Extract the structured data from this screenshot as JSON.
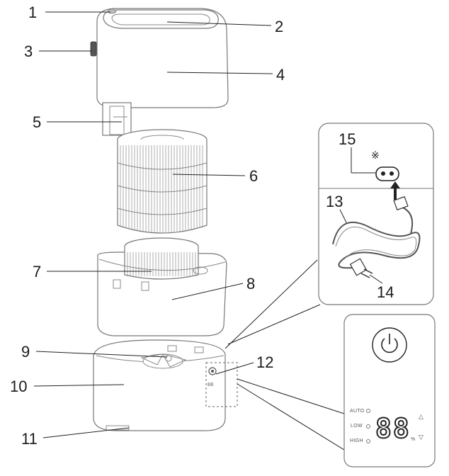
{
  "callouts": {
    "n1": "1",
    "n2": "2",
    "n3": "3",
    "n4": "4",
    "n5": "5",
    "n6": "6",
    "n7": "7",
    "n8": "8",
    "n9": "9",
    "n10": "10",
    "n11": "11",
    "n12": "12",
    "n13": "13",
    "n14": "14",
    "n15": "15"
  },
  "inset_plug": {
    "mark": "※"
  },
  "control_panel": {
    "auto": "AUTO",
    "low": "LOW",
    "high": "HIGH",
    "display": "88",
    "unit": "%",
    "up_arrow": "△",
    "down_arrow": "▽"
  }
}
